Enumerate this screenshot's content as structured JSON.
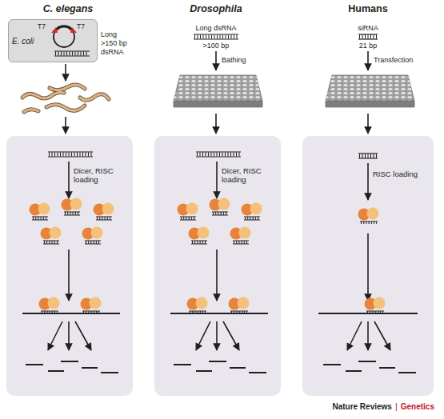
{
  "diagram": {
    "nodes": [
      {
        "text": [
          "T7",
          "T7",
          "E. coli"
        ]
      },
      {
        "text": [
          "Dicer, RISC loading"
        ]
      },
      {
        "text": [
          "Dicer, RISC loading"
        ]
      },
      {
        "text": [
          "RISC loading"
        ]
      }
    ],
    "labels": [
      "C. elegans",
      "Drosophila",
      "Humans",
      "Long >150 bp dsRNA",
      "Long dsRNA >100 bp",
      "siRNA 21 bp",
      "Bathing",
      "Transfection",
      "Nature Reviews",
      "|",
      "Genetics"
    ]
  }
}
